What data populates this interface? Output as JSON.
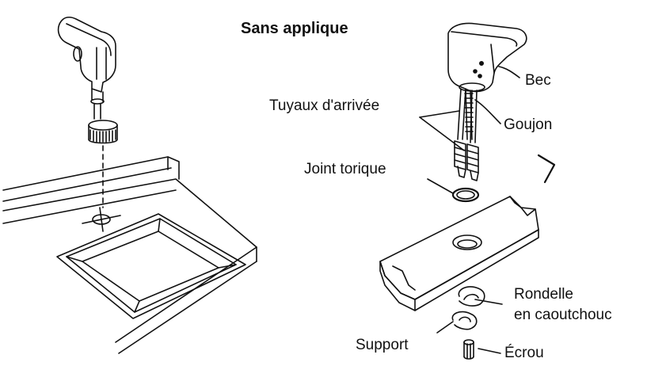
{
  "diagram": {
    "title": "Sans applique",
    "labels": {
      "bec": "Bec",
      "tuyaux": "Tuyaux d'arrivée",
      "goujon": "Goujon",
      "joint": "Joint torique",
      "rondelle_line1": "Rondelle",
      "rondelle_line2": "en caoutchouc",
      "support": "Support",
      "ecrou": "Écrou"
    }
  },
  "colors": {
    "ink": "#111111",
    "background": "#ffffff"
  }
}
